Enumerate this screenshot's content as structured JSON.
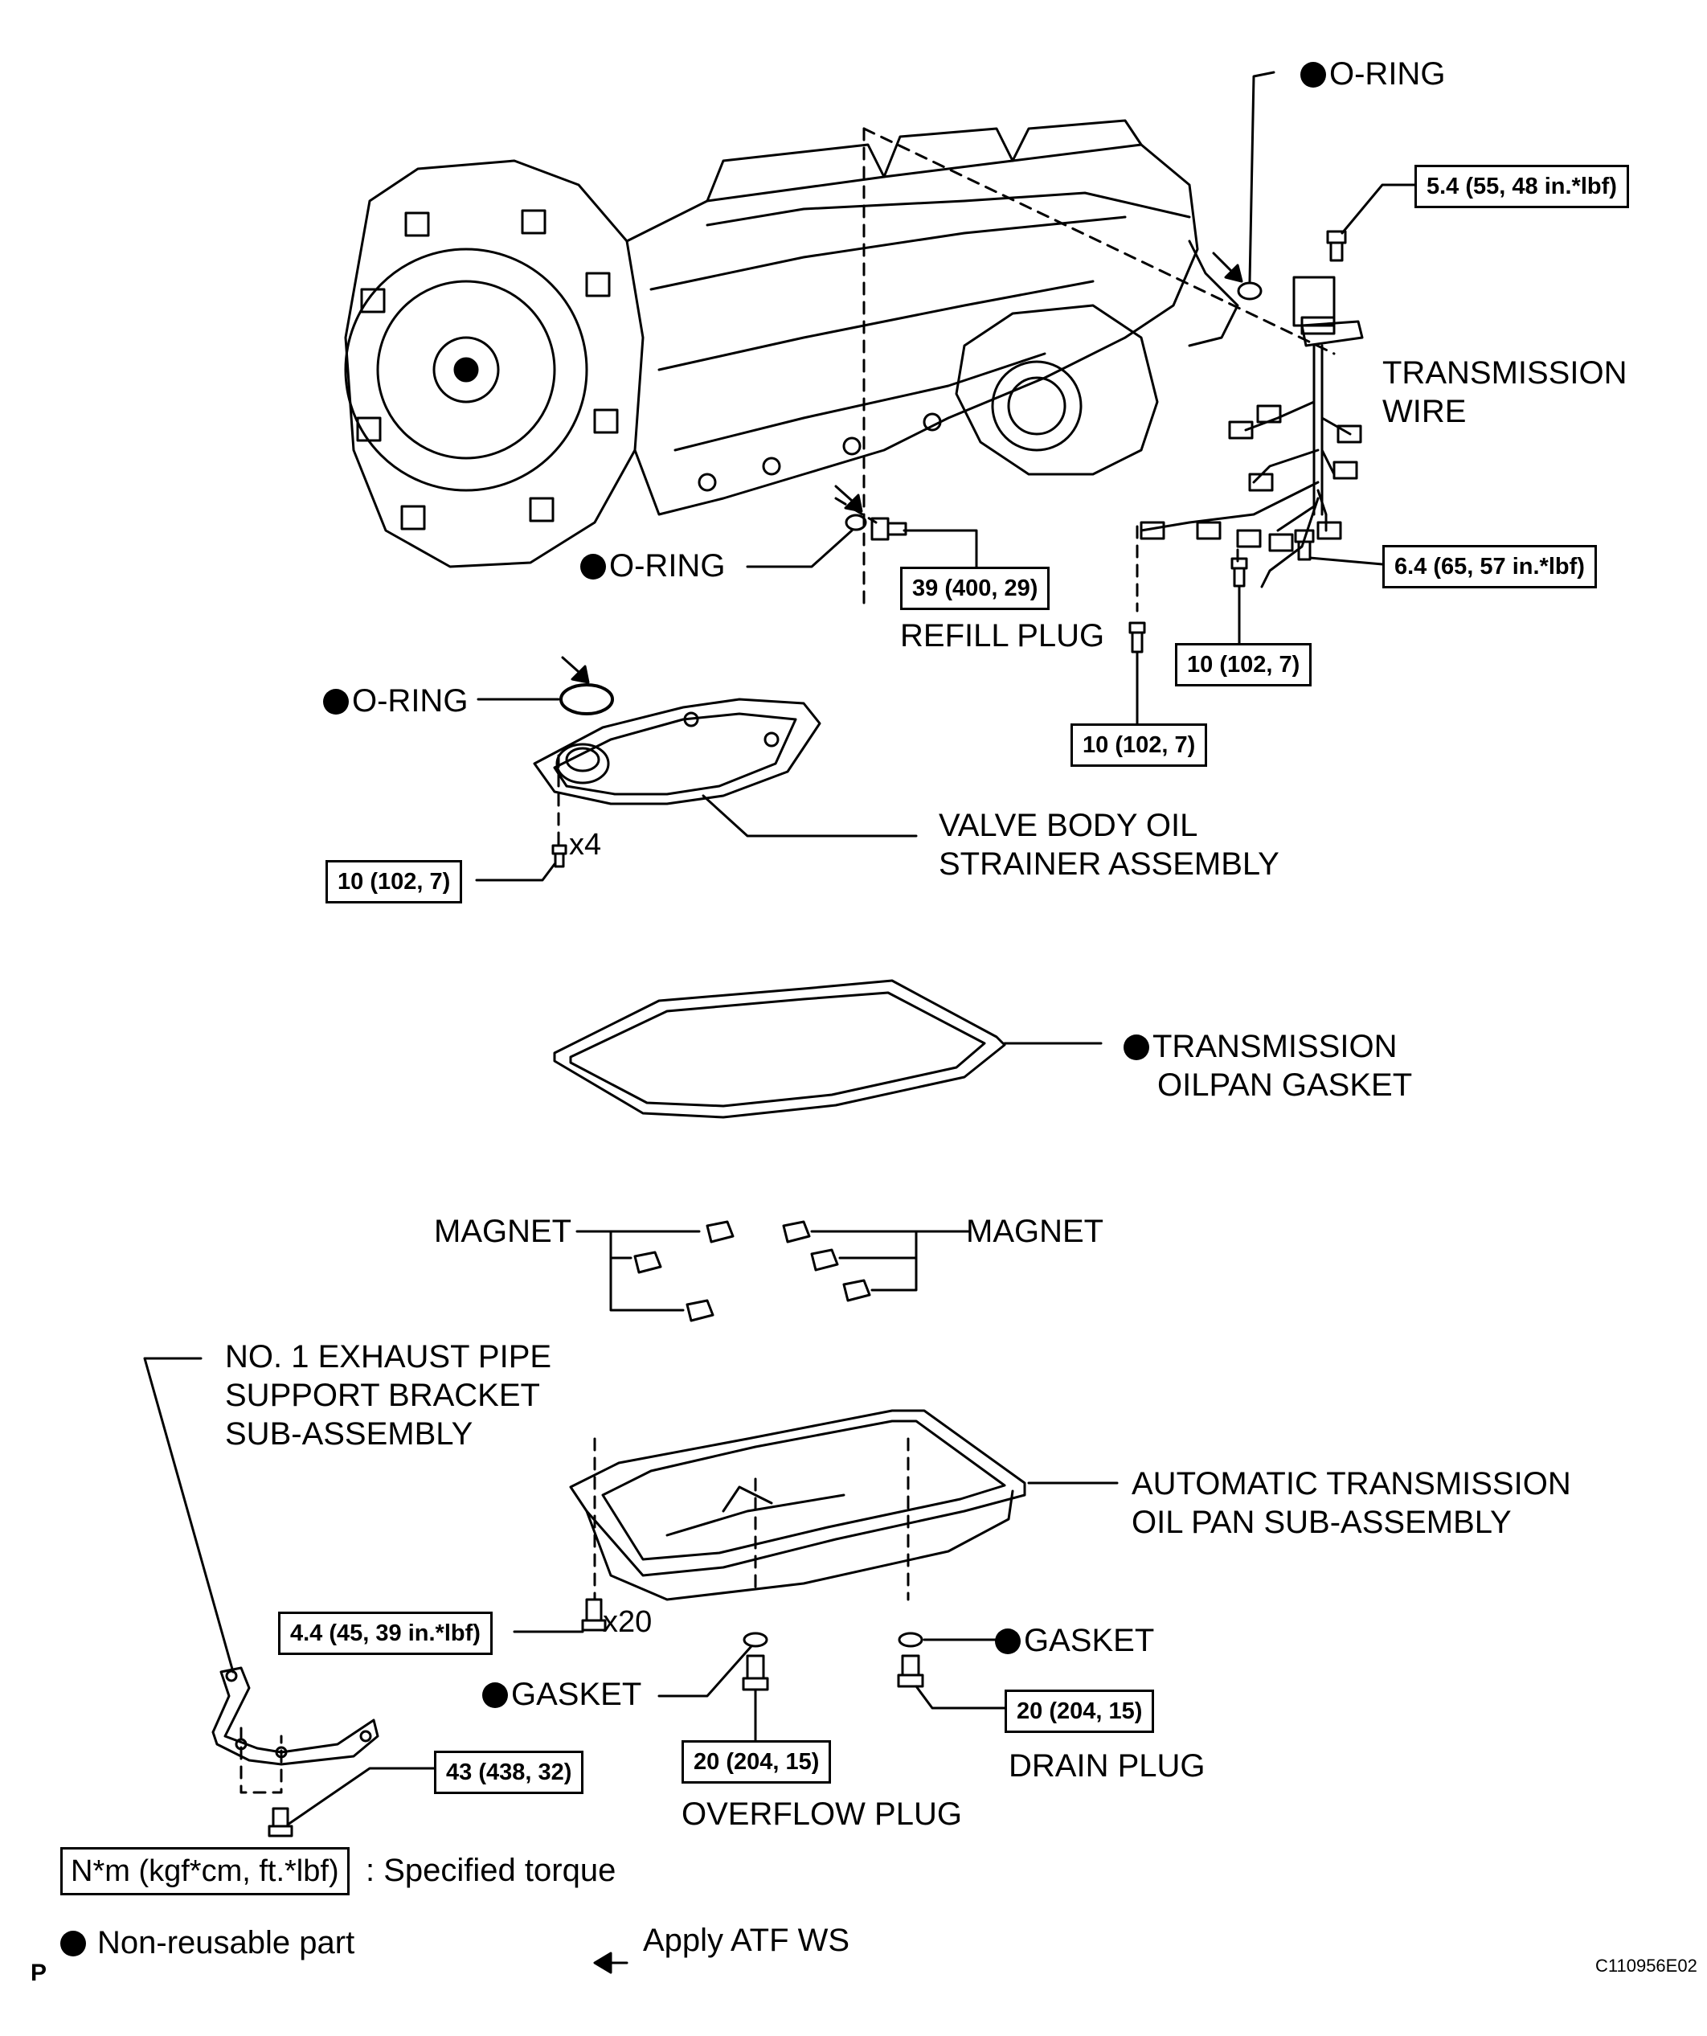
{
  "labels": {
    "oring_top": "O-RING",
    "oring_refill": "O-RING",
    "oring_strainer": "O-RING",
    "transmission_wire": [
      "TRANSMISSION",
      "WIRE"
    ],
    "refill_plug": "REFILL PLUG",
    "valve_body": [
      "VALVE BODY OIL",
      "STRAINER ASSEMBLY"
    ],
    "oilpan_gasket": [
      "TRANSMISSION",
      "OILPAN GASKET"
    ],
    "magnet_left": "MAGNET",
    "magnet_right": "MAGNET",
    "exhaust_bracket": [
      "NO. 1 EXHAUST PIPE",
      "SUPPORT BRACKET",
      "SUB-ASSEMBLY"
    ],
    "oil_pan": [
      "AUTOMATIC TRANSMISSION",
      "OIL PAN SUB-ASSEMBLY"
    ],
    "gasket_left": "GASKET",
    "gasket_right": "GASKET",
    "overflow_plug": "OVERFLOW PLUG",
    "drain_plug": "DRAIN PLUG"
  },
  "torques": {
    "wire_top": "5.4 (55, 48 in.*lbf)",
    "wire_right": "6.4 (65, 57 in.*lbf)",
    "refill": "39 (400, 29)",
    "wire_bolt_a": "10 (102, 7)",
    "wire_bolt_b": "10 (102, 7)",
    "strainer": "10 (102, 7)",
    "oil_pan": "4.4 (45, 39 in.*lbf)",
    "bracket": "43 (438, 32)",
    "overflow": "20 (204, 15)",
    "drain": "20 (204, 15)"
  },
  "multipliers": {
    "strainer_bolts": "x4",
    "pan_bolts": "x20"
  },
  "legend": {
    "torque_unit": "N*m (kgf*cm, ft.*lbf)",
    "torque_desc": ": Specified torque",
    "nonreusable": "Non-reusable part",
    "apply": "Apply ATF WS"
  },
  "footer": {
    "page_mark": "P",
    "ref_code": "C110956E02"
  }
}
